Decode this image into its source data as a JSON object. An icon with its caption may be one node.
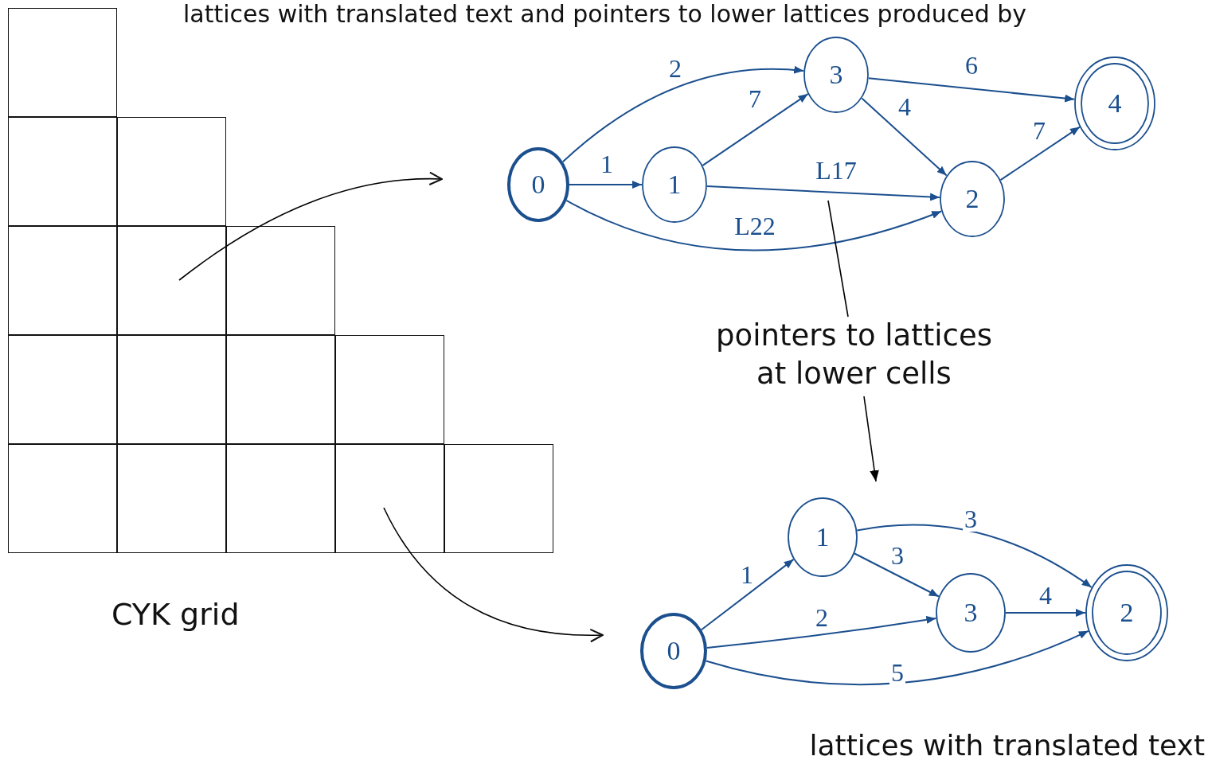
{
  "diagram": {
    "nodes": [
      {
        "text": [],
        "shape": "box"
      },
      {
        "text": [],
        "shape": "box"
      },
      {
        "text": [],
        "shape": "box"
      },
      {
        "text": [],
        "shape": "box"
      },
      {
        "text": [],
        "shape": "box"
      },
      {
        "text": [],
        "shape": "box"
      },
      {
        "text": [],
        "shape": "box"
      },
      {
        "text": [],
        "shape": "box"
      },
      {
        "text": [],
        "shape": "box"
      },
      {
        "text": [],
        "shape": "box"
      },
      {
        "text": [],
        "shape": "box"
      },
      {
        "text": [],
        "shape": "box"
      },
      {
        "text": [],
        "shape": "box"
      },
      {
        "text": [],
        "shape": "box"
      },
      {
        "text": [],
        "shape": "box"
      },
      {
        "text": [
          "0"
        ]
      },
      {
        "text": [
          "1"
        ]
      },
      {
        "text": [
          "3"
        ]
      },
      {
        "text": [
          "2"
        ]
      },
      {
        "text": [
          "4"
        ]
      },
      {
        "text": [
          "0"
        ]
      },
      {
        "text": [
          "1"
        ]
      },
      {
        "text": [
          "3"
        ]
      },
      {
        "text": [
          "2"
        ]
      },
      {
        "text": [
          "pointers to lattices at lower cells"
        ]
      }
    ],
    "edges": [
      {
        "from": 4,
        "to": null,
        "arrow": "to",
        "color": "#000000"
      },
      {
        "from": 13,
        "to": null,
        "arrow": "to",
        "color": "#000000"
      },
      {
        "from": 15,
        "to": 16,
        "arrow": "to",
        "label": "1"
      },
      {
        "from": 15,
        "to": 17,
        "arrow": "to",
        "label": "2"
      },
      {
        "from": 16,
        "to": 17,
        "arrow": "to",
        "label": "7"
      },
      {
        "from": 17,
        "to": 19,
        "arrow": "to",
        "label": "6"
      },
      {
        "from": 17,
        "to": 18,
        "arrow": "to",
        "label": "4"
      },
      {
        "from": 16,
        "to": 18,
        "arrow": "to",
        "label": "L17"
      },
      {
        "from": 15,
        "to": 18,
        "arrow": "to",
        "label": "L22"
      },
      {
        "from": 18,
        "to": 19,
        "arrow": "to",
        "label": "7"
      },
      {
        "from": 20,
        "to": 21,
        "arrow": "to",
        "label": "1"
      },
      {
        "from": 21,
        "to": 23,
        "arrow": "to",
        "label": "3"
      },
      {
        "from": 21,
        "to": 22,
        "arrow": "to",
        "label": "3"
      },
      {
        "from": 20,
        "to": 22,
        "arrow": "to",
        "label": "2"
      },
      {
        "from": 22,
        "to": 23,
        "arrow": "to",
        "label": "4"
      },
      {
        "from": 20,
        "to": 23,
        "arrow": "to",
        "label": "5"
      },
      {
        "from": 24,
        "to": null,
        "arrow": "none",
        "color": "#000000"
      },
      {
        "from": 24,
        "to": null,
        "arrow": "to",
        "color": "#000000"
      }
    ],
    "labels": [
      "lattices with translated text and pointers to lower lattices produced by",
      "CYK grid",
      "lattices with translated text"
    ]
  }
}
